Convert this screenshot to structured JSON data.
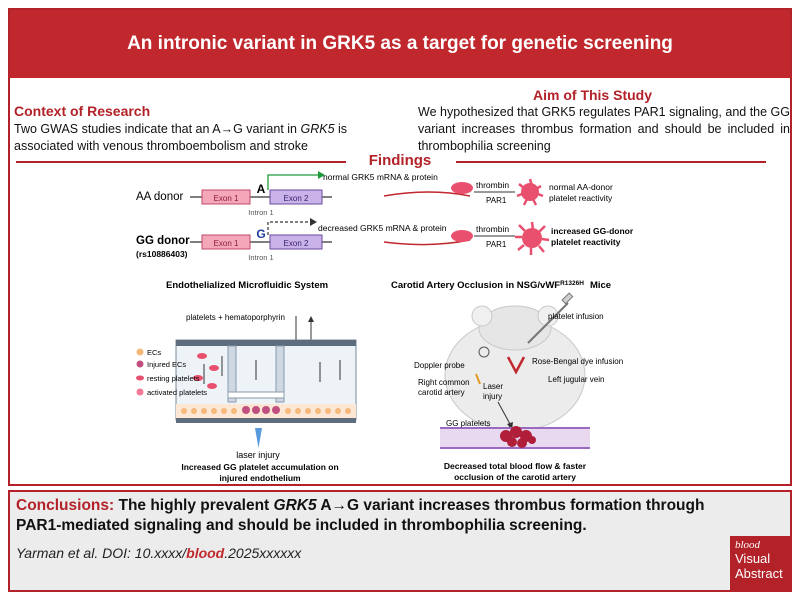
{
  "title": "An intronic variant in GRK5 as a target for genetic screening",
  "context": {
    "heading": "Context of Research",
    "text_a": "Two GWAS studies indicate that an A",
    "arrow": "→",
    "text_b": "G variant in ",
    "gene": "GRK5",
    "text_c": " is associated with venous thromboembolism and stroke"
  },
  "aim": {
    "heading": "Aim of This Study",
    "text": "We hypothesized that GRK5 regulates PAR1 signaling, and the GG variant increases thrombus formation and should be included in thrombophilia screening"
  },
  "findings": {
    "heading": "Findings",
    "genetics": {
      "aa_label": "AA donor",
      "gg_label": "GG donor",
      "gg_rs": "(rs10886403)",
      "exon1": "Exon 1",
      "exon2": "Exon 2",
      "intron": "Intron 1",
      "allele_a": "A",
      "allele_g": "G",
      "normal_mrna": "normal GRK5 mRNA & protein",
      "decreased_mrna": "decreased GRK5 mRNA & protein",
      "thrombin": "thrombin",
      "par1": "PAR1",
      "normal_reactivity_1": "normal AA-donor",
      "normal_reactivity_2": "platelet reactivity",
      "increased_reactivity_1": "increased GG-donor",
      "increased_reactivity_2": "platelet reactivity"
    },
    "microfluidic": {
      "title": "Endothelialized Microfluidic System",
      "inflow": "platelets + hematoporphyrin",
      "legend": [
        "ECs",
        "Injured ECs",
        "resting platelets",
        "activated platelets"
      ],
      "laser": "laser injury",
      "result_1": "Increased GG platelet accumulation on",
      "result_2": "injured endothelium"
    },
    "mouse": {
      "title": "Carotid Artery Occlusion in NSG/vWF",
      "title_sup": "R1326H",
      "title_end": "Mice",
      "platelet_infusion": "platelet infusion",
      "doppler": "Doppler probe",
      "rose_bengal": "Rose-Bengal dye infusion",
      "carotid_1": "Right common",
      "carotid_2": "carotid artery",
      "laser_1": "Laser",
      "laser_2": "injury",
      "jugular": "Left jugular vein",
      "gg_platelets": "GG platelets",
      "result_1": "Decreased total blood flow & faster",
      "result_2": "occlusion of the carotid artery"
    }
  },
  "conclusions": {
    "label": "Conclusions:",
    "text_a": " The highly prevalent ",
    "gene": "GRK5",
    "text_b": " A",
    "arrow": "→",
    "text_c": "G variant increases thrombus formation through PAR1-mediated signaling and should be included in thrombophilia screening."
  },
  "citation": {
    "prefix": "Yarman et al. DOI: 10.xxxx/",
    "journal": "blood",
    "suffix": ".2025xxxxxx"
  },
  "logo": {
    "brand": "blood",
    "line1": "Visual",
    "line2": "Abstract"
  },
  "colors": {
    "brand_red": "#c0282e",
    "exon1_pink": "#f4a7b9",
    "exon2_purple": "#c9b3e8",
    "allele_blue": "#1f3fa0",
    "platelet_pink": "#e8506e"
  }
}
